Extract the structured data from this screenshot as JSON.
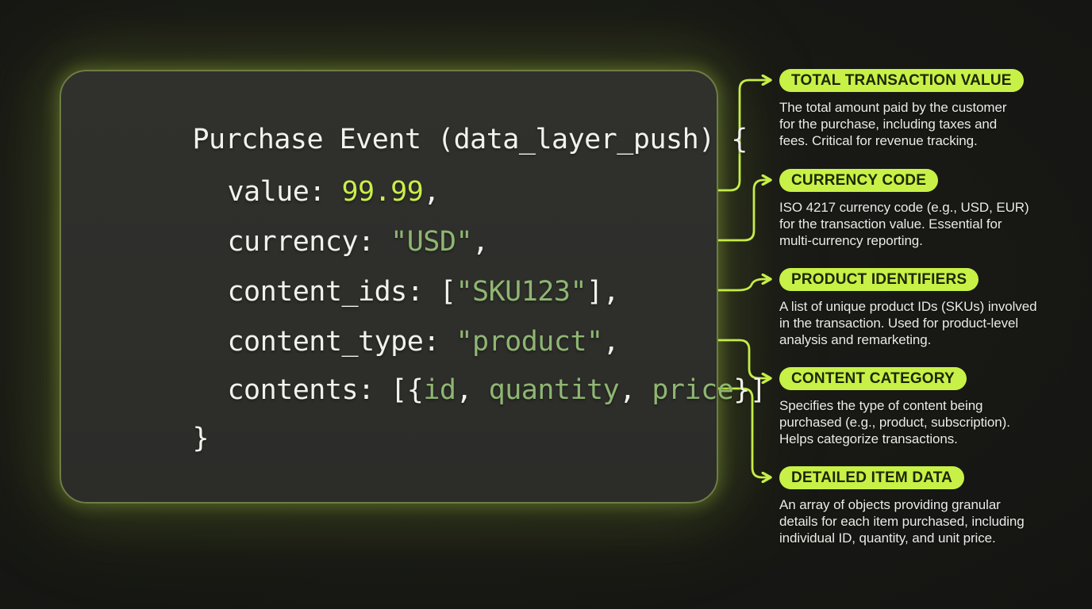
{
  "colors": {
    "accent_green": "#c8ef4a",
    "sage_green": "#8fb672",
    "code_text": "#f1f1ee",
    "code_panel_bg": "#2e2e2b",
    "panel_border": "#6e7d43",
    "page_bg": "#181815",
    "pill_text": "#1d2607",
    "description_text": "#eaeae7"
  },
  "code_panel": {
    "header": "Purchase Event (data_layer_push) {",
    "close_brace": "}",
    "fields": {
      "value": {
        "key": "value: ",
        "val": "99.99",
        "suffix": ","
      },
      "currency": {
        "key": "currency: ",
        "val": "\"USD\"",
        "suffix": ","
      },
      "content_ids": {
        "key": "content_ids: ",
        "open": "[",
        "val": "\"SKU123\"",
        "close": "]",
        "suffix": ","
      },
      "content_type": {
        "key": "content_type: ",
        "val": "\"product\"",
        "suffix": ","
      },
      "contents": {
        "key": "contents: ",
        "open": "[{",
        "item1": "id",
        "sep1": ", ",
        "item2": "quantity",
        "sep2": ", ",
        "item3": "price",
        "close": "}]"
      }
    }
  },
  "annotations": [
    {
      "label": "TOTAL TRANSACTION VALUE",
      "description": "The total amount paid by the customer\nfor the purchase, including taxes and\nfees. Critical for revenue tracking."
    },
    {
      "label": "CURRENCY CODE",
      "description": "ISO 4217 currency code (e.g., USD, EUR)\nfor the transaction value. Essential for\nmulti-currency reporting."
    },
    {
      "label": "PRODUCT IDENTIFIERS",
      "description": "A list of unique product IDs (SKUs) involved\nin the transaction. Used for product-level\nanalysis and remarketing."
    },
    {
      "label": "CONTENT CATEGORY",
      "description": "Specifies the type of content being\npurchased (e.g., product, subscription).\nHelps categorize transactions."
    },
    {
      "label": "DETAILED ITEM DATA",
      "description": "An array of objects providing granular\ndetails for each item purchased, including\nindividual ID, quantity, and unit price."
    }
  ]
}
